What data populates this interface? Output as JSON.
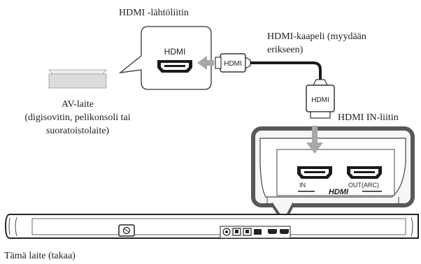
{
  "labels": {
    "hdmi_output_jack": "HDMI -lähtöliitin",
    "hdmi_cable_line1": "HDMI-kaapeli  (myydään",
    "hdmi_cable_line2": "erikseen)",
    "av_device": "AV-laite",
    "av_device_desc_line1": "(digisovitin, pelikonsoli tai",
    "av_device_desc_line2": "suoratoistolaite)",
    "hdmi_in_jack": "HDMI IN-liitin",
    "this_unit_rear": "Tämä laite (takaa)"
  },
  "port_labels": {
    "output_port": "HDMI",
    "cable_plug_left": "HDMI",
    "cable_plug_down": "HDMI",
    "in_port": "IN",
    "out_arc_port": "OUT(ARC)",
    "hdmi_logo": "HDMI"
  },
  "colors": {
    "panel_border": "#585858",
    "arrow_gray": "#a8a8a8",
    "device_gray": "#dcdcdc",
    "connector_black": "#1a1a1a"
  }
}
